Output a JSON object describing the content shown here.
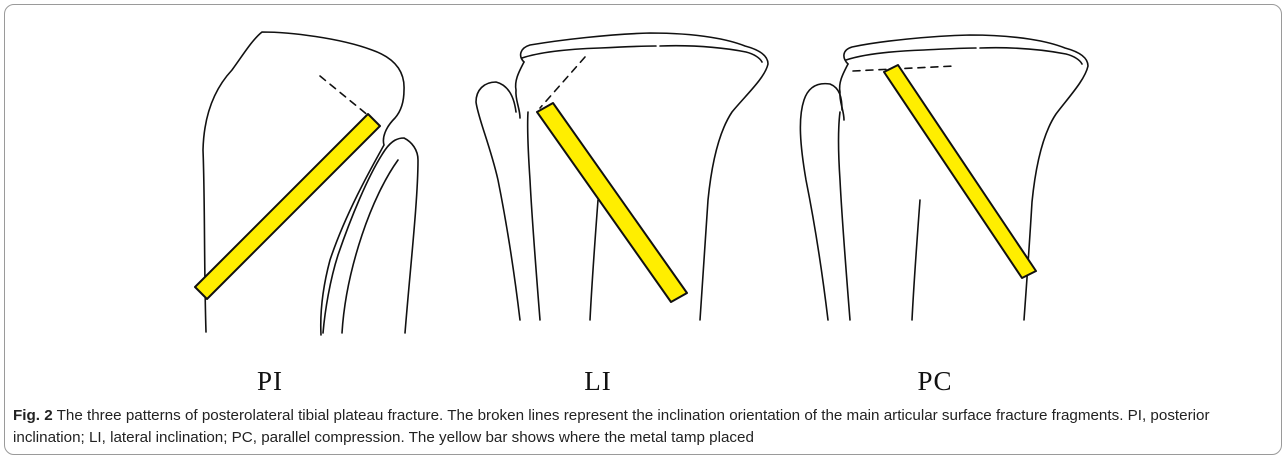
{
  "panels": [
    {
      "label": "PI"
    },
    {
      "label": "LI"
    },
    {
      "label": "PC"
    }
  ],
  "caption": {
    "figure_number": "Fig. 2",
    "text": " The three patterns of posterolateral tibial plateau fracture. The broken lines represent the inclination orientation of the main articular surface fracture fragments. PI, posterior inclination; LI, lateral inclination; PC, parallel compression. The yellow bar shows where the metal tamp placed"
  },
  "colors": {
    "tamp_fill": "#ffee00",
    "outline": "#111111",
    "frame_border": "#9a9a9a"
  },
  "icons": []
}
